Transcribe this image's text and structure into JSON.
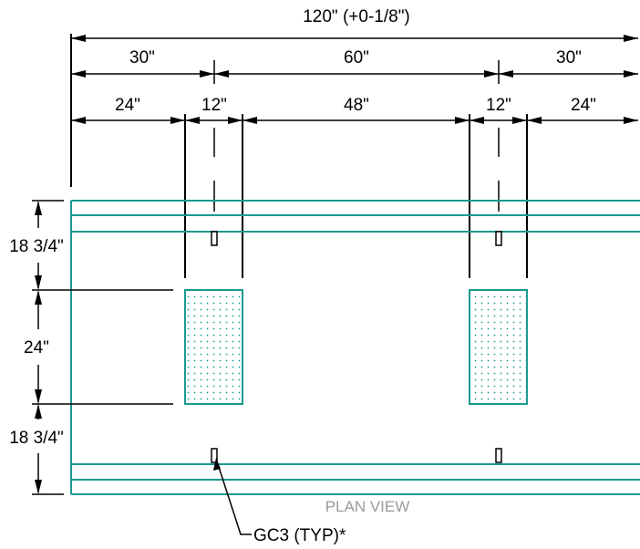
{
  "colors": {
    "ink": "#000000",
    "teal": "#1a9a90",
    "plan_label": "#9a9a9a"
  },
  "dimensions": {
    "overall": "120\" (+0-1/8\")",
    "row2": [
      "30\"",
      "60\"",
      "30\""
    ],
    "row3": [
      "24\"",
      "12\"",
      "48\"",
      "12\"",
      "24\""
    ],
    "vertical": [
      "18 3/4\"",
      "24\"",
      "18 3/4\""
    ]
  },
  "labels": {
    "plan_view": "PLAN VIEW",
    "callout": "GC3 (TYP)*"
  }
}
